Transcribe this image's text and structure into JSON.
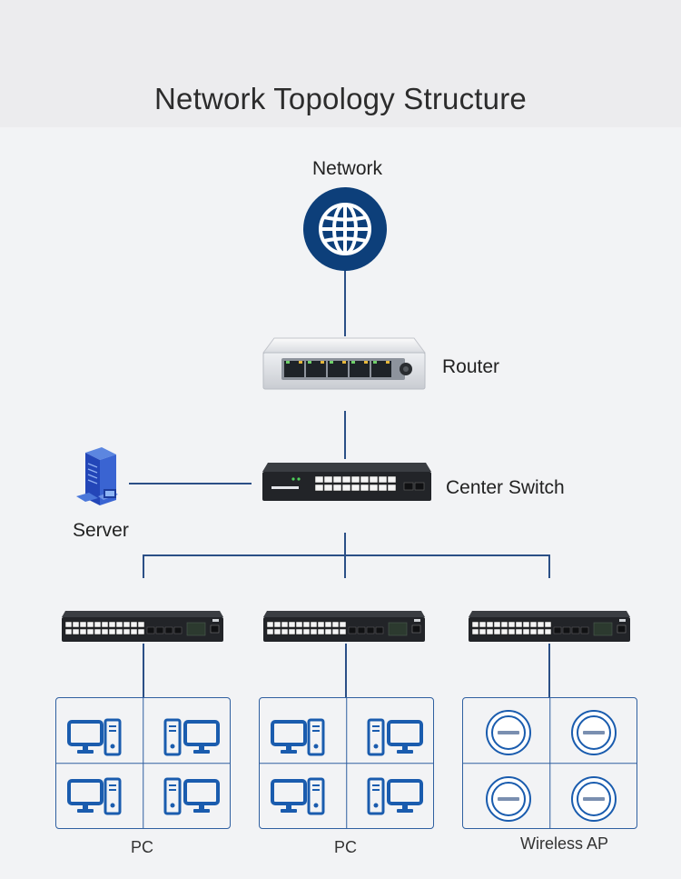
{
  "title": "Network Topology Structure",
  "nodes": {
    "network": "Network",
    "router": "Router",
    "center_switch": "Center Switch",
    "server": "Server"
  },
  "groups": [
    {
      "label": "PC",
      "device": "pc"
    },
    {
      "label": "PC",
      "device": "pc"
    },
    {
      "label": "Wireless AP",
      "device": "wireless-ap"
    }
  ],
  "colors": {
    "accent": "#0d3f7a",
    "line": "#2b4f86",
    "box_border": "#2f5fa0",
    "device_blue": "#1a5cae"
  },
  "icons": [
    "globe-icon",
    "router-icon",
    "switch-icon",
    "server-icon",
    "pc-icon",
    "wireless-ap-icon"
  ]
}
